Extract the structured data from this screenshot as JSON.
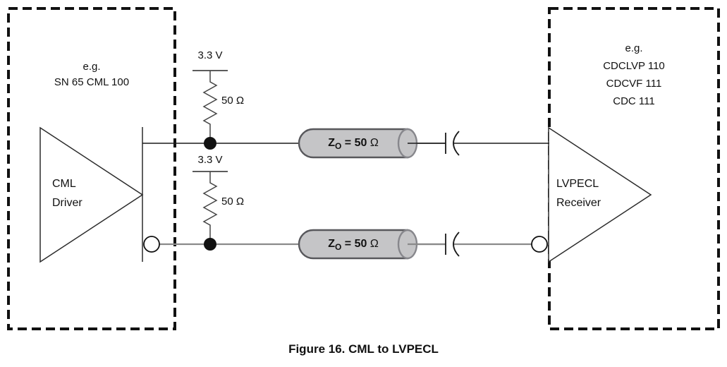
{
  "caption": "Figure 16. CML to LVPECL",
  "driver": {
    "eg": "e.g.",
    "part": "SN 65 CML 100",
    "label_line1": "CML",
    "label_line2": "Driver"
  },
  "receiver": {
    "eg": "e.g.",
    "part1": "CDCLVP 110",
    "part2": "CDCVF 111",
    "part3": "CDC 111",
    "label_line1": "LVPECL",
    "label_line2": "Receiver"
  },
  "pullup_top": {
    "supply": "3.3 V",
    "value": "50 Ω"
  },
  "pullup_bottom": {
    "supply": "3.3 V",
    "value": "50 Ω"
  },
  "tline_top": {
    "sym": "Z",
    "sub": "O",
    "eq": " = 50 ",
    "unit": "Ω"
  },
  "tline_bottom": {
    "sym": "Z",
    "sub": "O",
    "eq": " = 50 ",
    "unit": "Ω"
  },
  "colors": {
    "line_black": "#1a1a1a",
    "wire_gray": "#8a8a8a",
    "cylinder_fill": "#c5c5c7",
    "cylinder_stroke": "#58585c",
    "cylinder_end_stroke": "#87878c",
    "resistor_stroke": "#454545"
  }
}
